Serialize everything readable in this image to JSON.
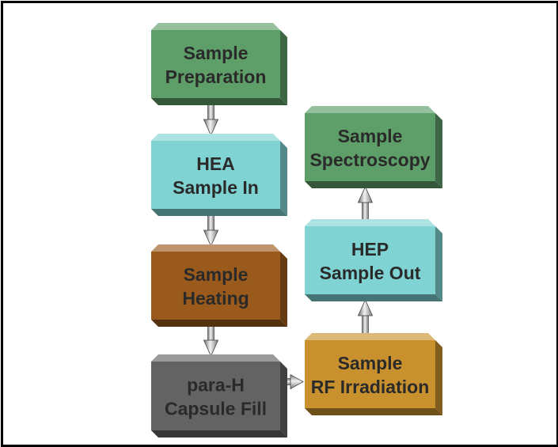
{
  "boxes": [
    {
      "id": "prep",
      "line1": "Sample",
      "line2": "Preparation",
      "color": "#5e9e68"
    },
    {
      "id": "hea",
      "line1": "HEA",
      "line2": "Sample In",
      "color": "#7fd3d2"
    },
    {
      "id": "heat",
      "line1": "Sample",
      "line2": "Heating",
      "color": "#9a5a1c"
    },
    {
      "id": "fill",
      "line1": "para-H",
      "line2": "Capsule Fill",
      "color": "#636363"
    },
    {
      "id": "rf",
      "line1": "Sample",
      "line2": "RF Irradiation",
      "color": "#c8912e"
    },
    {
      "id": "hep",
      "line1": "HEP",
      "line2": "Sample Out",
      "color": "#7fd3d2"
    },
    {
      "id": "spec",
      "line1": "Sample",
      "line2": "Spectroscopy",
      "color": "#5e9e68"
    }
  ],
  "arrows": [
    {
      "from": "prep",
      "to": "hea",
      "direction": "down"
    },
    {
      "from": "hea",
      "to": "heat",
      "direction": "down"
    },
    {
      "from": "heat",
      "to": "fill",
      "direction": "down"
    },
    {
      "from": "fill",
      "to": "rf",
      "direction": "right"
    },
    {
      "from": "rf",
      "to": "hep",
      "direction": "up"
    },
    {
      "from": "hep",
      "to": "spec",
      "direction": "up"
    }
  ]
}
